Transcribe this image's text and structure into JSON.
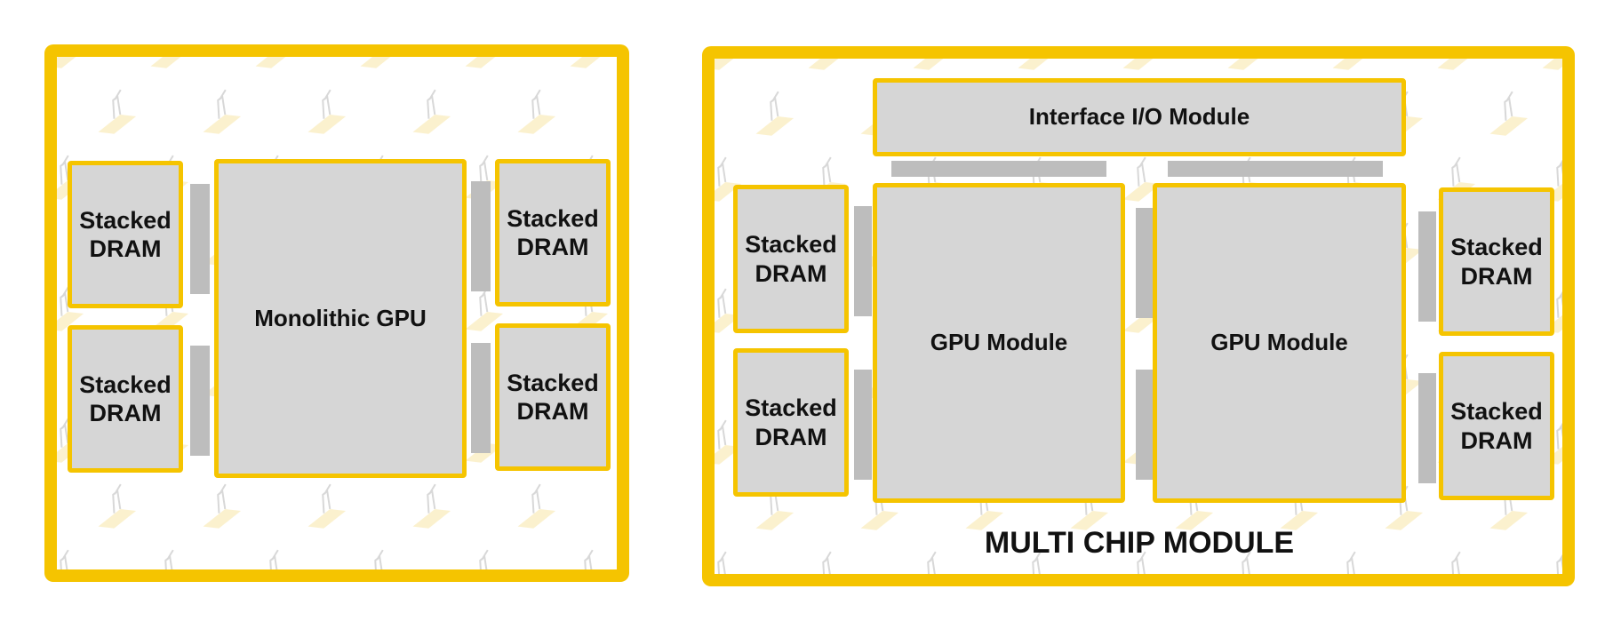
{
  "colors": {
    "frame": "#f5c400",
    "chip_fill": "#d6d6d6",
    "connector": "#bdbdbd",
    "text": "#111111",
    "watermark": "#f7e6a6"
  },
  "left_panel": {
    "gpu_label": "Monolithic GPU",
    "dram": [
      "Stacked DRAM",
      "Stacked DRAM",
      "Stacked DRAM",
      "Stacked DRAM"
    ]
  },
  "right_panel": {
    "title": "MULTI CHIP MODULE",
    "io_label": "Interface I/O Module",
    "gpu_modules": [
      "GPU Module",
      "GPU Module"
    ],
    "dram": [
      "Stacked DRAM",
      "Stacked DRAM",
      "Stacked DRAM",
      "Stacked DRAM"
    ]
  },
  "watermark_icon": "logo-watermark-icon"
}
